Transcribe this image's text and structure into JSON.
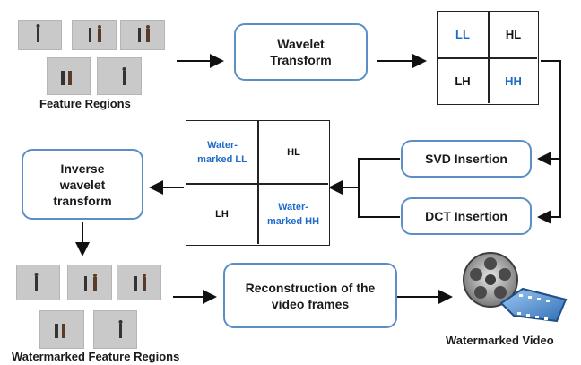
{
  "feature_regions": {
    "label": "Feature Regions"
  },
  "wavelet_transform": {
    "label": "Wavelet Transform"
  },
  "subbands": {
    "ll": "LL",
    "hl": "HL",
    "lh": "LH",
    "hh": "HH"
  },
  "watermarked_subbands": {
    "ll": "Water-marked LL",
    "hl": "HL",
    "lh": "LH",
    "hh": "Water-marked HH"
  },
  "svd_insertion": {
    "label": "SVD Insertion"
  },
  "dct_insertion": {
    "label": "DCT Insertion"
  },
  "inverse_wavelet": {
    "label": "Inverse wavelet transform"
  },
  "reconstruction": {
    "label": "Reconstruction of the video frames"
  },
  "watermarked_regions": {
    "label": "Watermarked Feature Regions"
  },
  "watermarked_video": {
    "label": "Watermarked Video"
  },
  "colors": {
    "box_border": "#5b8ec6",
    "blue_text": "#1f6cc8",
    "thumbnail": "#c9c9c9"
  }
}
